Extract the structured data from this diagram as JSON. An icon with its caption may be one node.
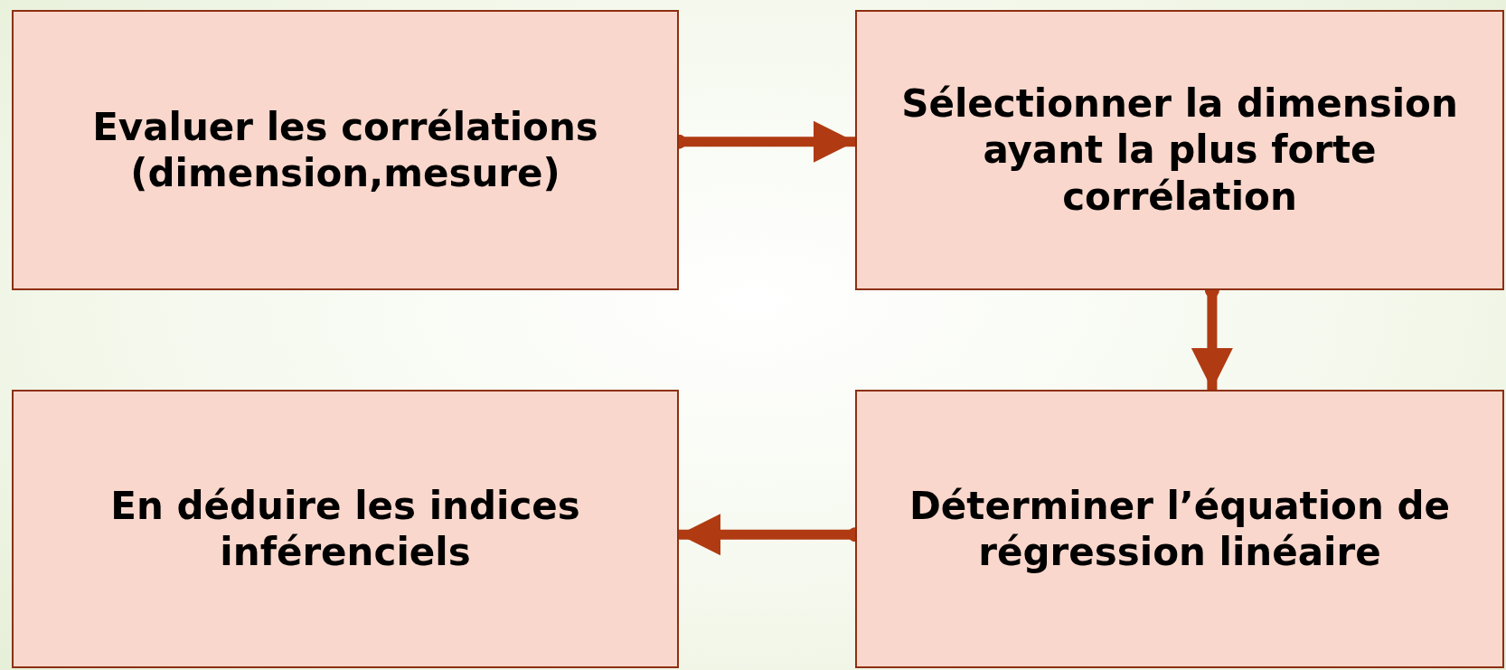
{
  "diagram": {
    "nodes": [
      {
        "text": [
          "Evaluer les corrélations (dimension,mesure)"
        ]
      },
      {
        "text": [
          "Sélectionner la dimension ayant la plus forte corrélation"
        ]
      },
      {
        "text": [
          "En déduire les indices inférenciels"
        ]
      },
      {
        "text": [
          "Déterminer l’équation de régression linéaire"
        ]
      }
    ],
    "edges": [
      {
        "from": 0,
        "to": 1,
        "arrow": "to"
      },
      {
        "from": 1,
        "to": 3,
        "arrow": "to"
      },
      {
        "from": 3,
        "to": 2,
        "arrow": "to"
      }
    ]
  }
}
